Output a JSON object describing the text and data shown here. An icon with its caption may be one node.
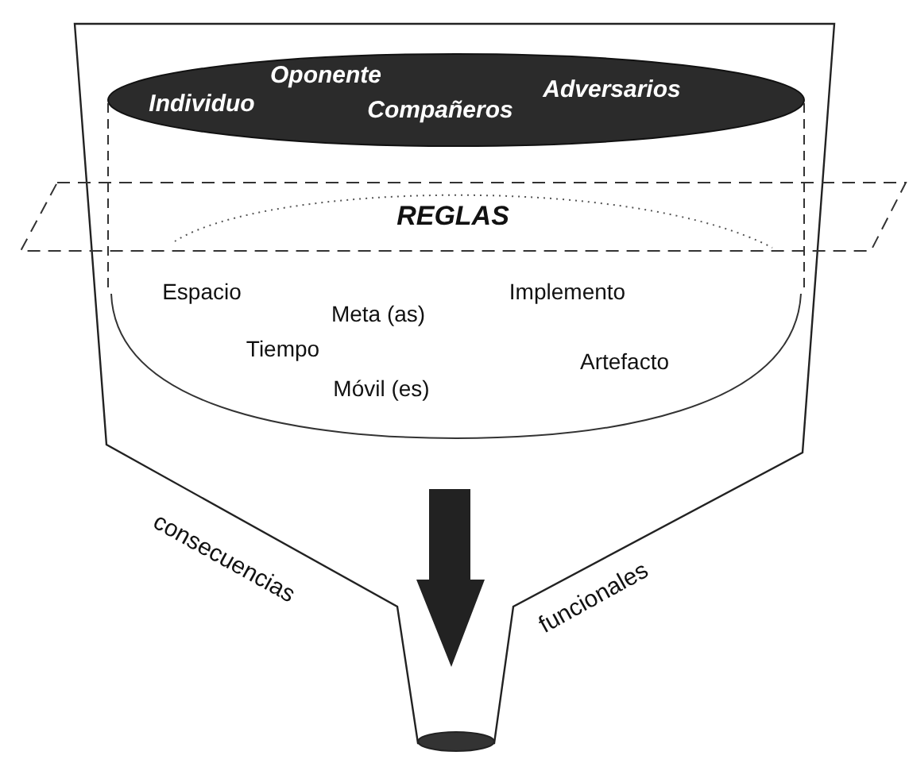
{
  "diagram": {
    "nodes": [
      {
        "text": [
          "Individuo",
          "Oponente",
          "Compañeros",
          "Adversarios"
        ]
      },
      {
        "text": [
          "REGLAS"
        ]
      },
      {
        "text": [
          "Espacio",
          "Meta (as)",
          "Implemento",
          "Tiempo",
          "Artefacto",
          "Móvil (es)"
        ]
      }
    ],
    "labels": [
      "consecuencias",
      "funcionales"
    ]
  }
}
